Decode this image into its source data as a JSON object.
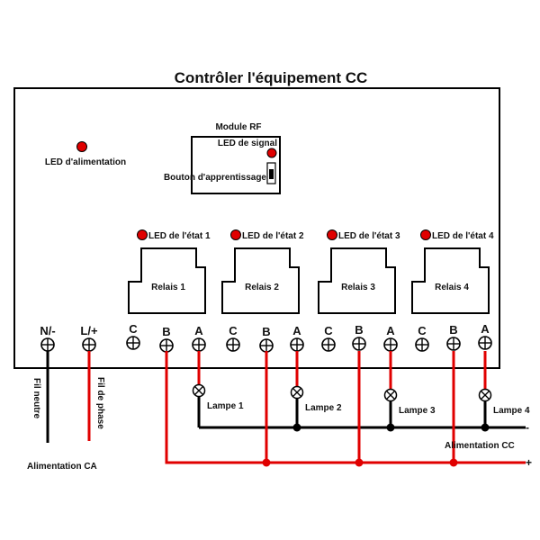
{
  "title": "Contrôler l'équipement CC",
  "power_led": {
    "label": "LED d'alimentation",
    "color": "#e00000"
  },
  "rf_module": {
    "title": "Module RF",
    "signal_led_label": "LED de signal",
    "learn_button_label": "Bouton d'apprentissage"
  },
  "relays": [
    {
      "led_label": "LED de l'état 1",
      "label": "Relais 1"
    },
    {
      "led_label": "LED de l'état 2",
      "label": "Relais 2"
    },
    {
      "led_label": "LED de l'état 3",
      "label": "Relais 3"
    },
    {
      "led_label": "LED de l'état 4",
      "label": "Relais 4"
    }
  ],
  "terminals": [
    {
      "label": "N/-"
    },
    {
      "label": "L/+"
    },
    {
      "label": "C"
    },
    {
      "label": "B"
    },
    {
      "label": "A"
    },
    {
      "label": "C"
    },
    {
      "label": "B"
    },
    {
      "label": "A"
    },
    {
      "label": "C"
    },
    {
      "label": "B"
    },
    {
      "label": "A"
    },
    {
      "label": "C"
    },
    {
      "label": "B"
    },
    {
      "label": "A"
    }
  ],
  "ac_supply": {
    "neutral_label": "Fil neutre",
    "phase_label": "Fil de phase",
    "title": "Alimentation CA"
  },
  "lamps": [
    {
      "label": "Lampe 1"
    },
    {
      "label": "Lampe 2"
    },
    {
      "label": "Lampe 3"
    },
    {
      "label": "Lampe 4"
    }
  ],
  "dc_supply": {
    "title": "Alimentation CC",
    "negative_label": "-",
    "positive_label": "+"
  },
  "colors": {
    "wire_live": "#e00000",
    "wire_neutral": "#000000",
    "led": "#e00000"
  }
}
